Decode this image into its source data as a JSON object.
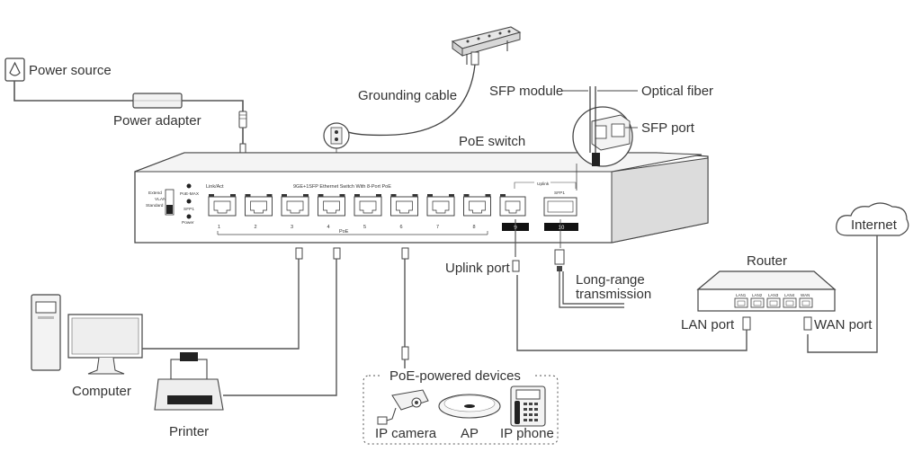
{
  "labels": {
    "power_source": "Power source",
    "power_adapter": "Power adapter",
    "grounding_cable": "Grounding cable",
    "sfp_module": "SFP module",
    "optical_fiber": "Optical fiber",
    "sfp_port": "SFP port",
    "poe_switch": "PoE switch",
    "internet": "Internet",
    "router": "Router",
    "uplink_port": "Uplink port",
    "long_range_line1": "Long-range",
    "long_range_line2": "transmission",
    "lan_port": "LAN port",
    "wan_port": "WAN port",
    "computer": "Computer",
    "printer": "Printer",
    "poe_devices": "PoE-powered devices",
    "ip_camera": "IP camera",
    "ap": "AP",
    "ip_phone": "IP phone"
  },
  "switch_panel": {
    "title": "9GE+1SFP Ethernet  Switch With 8-Port PoE",
    "link_act": "Link/Act",
    "mode_extend": "Extend",
    "mode_vlan": "VLAN",
    "mode_standard": "Standard",
    "led_poe_max": "PoE-MAX",
    "led_sfp1": "SFP1",
    "led_power": "Power",
    "uplink": "Uplink",
    "sfp1": "SFP1",
    "poe": "PoE",
    "port_numbers": [
      "1",
      "2",
      "3",
      "4",
      "5",
      "6",
      "7",
      "8"
    ],
    "port_9": "9",
    "port_10": "10"
  },
  "router_panel": {
    "ports": [
      "LAN1",
      "LAN2",
      "LAN3",
      "LAN4",
      "WAN"
    ]
  }
}
